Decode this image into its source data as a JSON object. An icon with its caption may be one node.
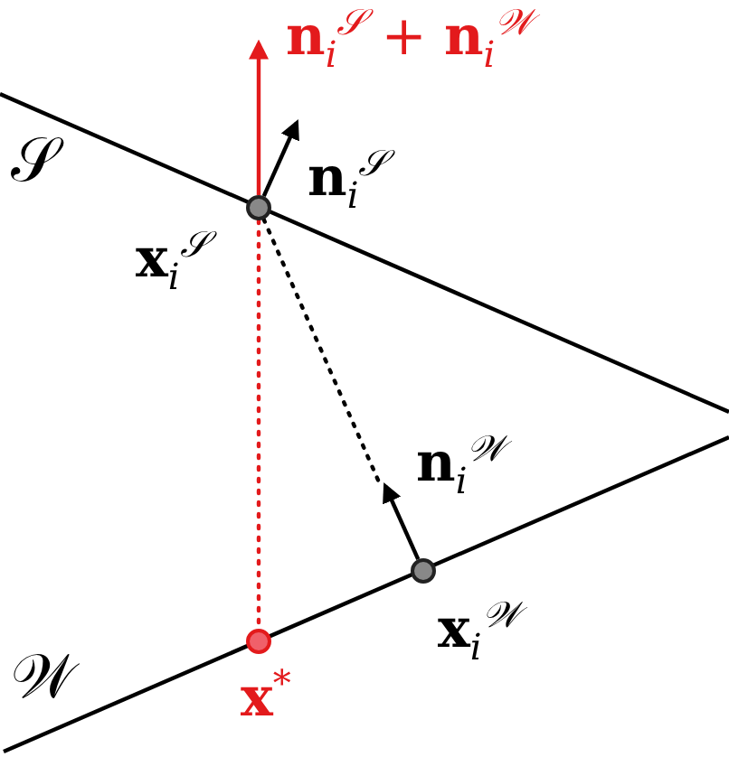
{
  "diagram": {
    "nodes": [
      {
        "text": [],
        "shape": "circle",
        "beside": [
          "**x**$_{i}$$^{𝒮}$"
        ]
      },
      {
        "text": [],
        "shape": "circle",
        "beside": [
          "**x**$_{i}$$^{𝒲}$"
        ]
      },
      {
        "text": [],
        "shape": "circle",
        "beside": [
          "**x**$^{*}$"
        ]
      }
    ],
    "edges": [
      {
        "from": 0,
        "to": null,
        "arrow": "none",
        "style": "dashed"
      },
      {
        "from": 0,
        "to": 2,
        "arrow": "none",
        "style": "dashed",
        "color": "#e31a1c"
      },
      {
        "from": 0,
        "to": null,
        "arrow": "to",
        "label": "**n**$_{i}$$^{𝒮}$"
      },
      {
        "from": 1,
        "to": null,
        "arrow": "to",
        "label": "**n**$_{i}$$^{𝒲}$"
      },
      {
        "from": 0,
        "to": null,
        "arrow": "to",
        "label": "**n**$_{i}$$^{𝒮}$ + **n**$_{i}$$^{𝒲}$",
        "color": "#e31a1c"
      }
    ],
    "labels": [
      "𝒮",
      "𝒲"
    ]
  }
}
